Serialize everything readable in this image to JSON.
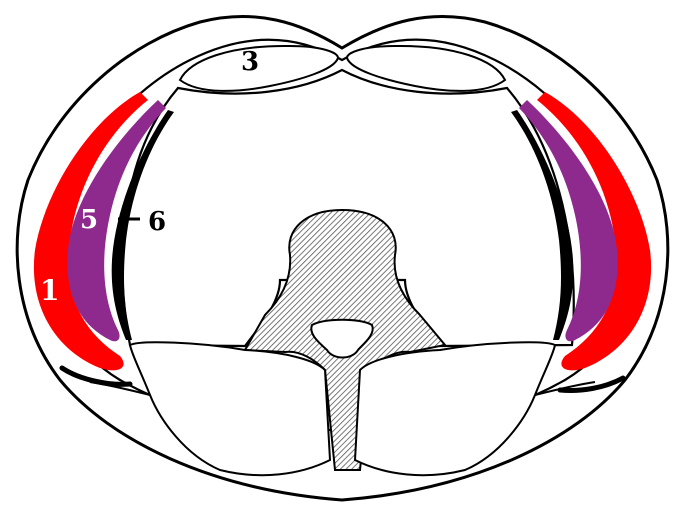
{
  "labels": {
    "l1": "1",
    "l3": "3",
    "l5": "5",
    "l6": "6"
  },
  "colors": {
    "external_oblique": "#ff0000",
    "internal_oblique": "#8e2a8e",
    "outline": "#000000",
    "fill": "#ffffff",
    "label_dark": "#000000",
    "label_light": "#ffffff",
    "hatch": "#555555"
  }
}
